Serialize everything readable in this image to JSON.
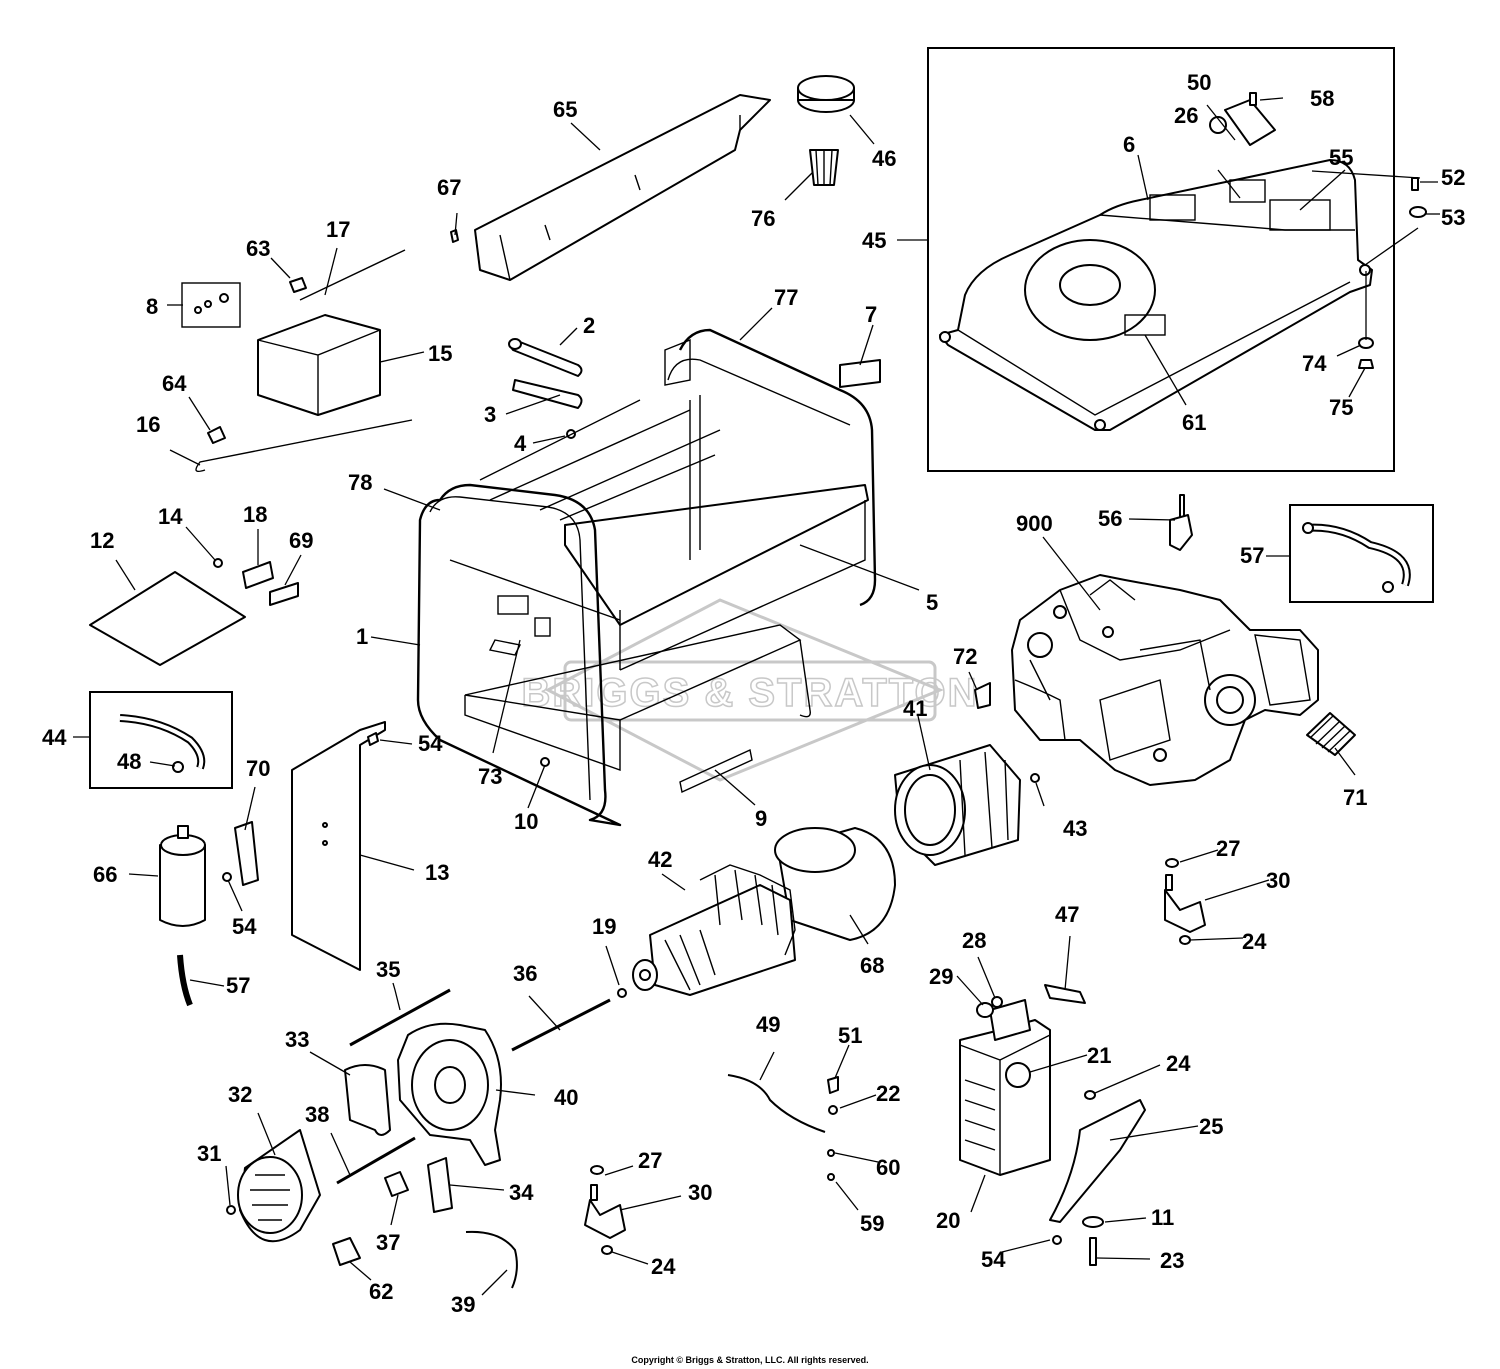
{
  "diagram": {
    "watermark": "BRIGGS & STRATTON",
    "copyright": "Copyright © Briggs & Stratton, LLC. All rights reserved.",
    "callouts": [
      {
        "id": "c-1",
        "text": "1"
      },
      {
        "id": "c-2",
        "text": "2"
      },
      {
        "id": "c-3",
        "text": "3"
      },
      {
        "id": "c-4",
        "text": "4"
      },
      {
        "id": "c-5",
        "text": "5"
      },
      {
        "id": "c-6",
        "text": "6"
      },
      {
        "id": "c-7",
        "text": "7"
      },
      {
        "id": "c-8",
        "text": "8"
      },
      {
        "id": "c-9",
        "text": "9"
      },
      {
        "id": "c-10",
        "text": "10"
      },
      {
        "id": "c-11",
        "text": "11"
      },
      {
        "id": "c-12",
        "text": "12"
      },
      {
        "id": "c-13",
        "text": "13"
      },
      {
        "id": "c-14",
        "text": "14"
      },
      {
        "id": "c-15",
        "text": "15"
      },
      {
        "id": "c-16",
        "text": "16"
      },
      {
        "id": "c-17",
        "text": "17"
      },
      {
        "id": "c-18",
        "text": "18"
      },
      {
        "id": "c-19",
        "text": "19"
      },
      {
        "id": "c-20",
        "text": "20"
      },
      {
        "id": "c-21",
        "text": "21"
      },
      {
        "id": "c-22",
        "text": "22"
      },
      {
        "id": "c-23",
        "text": "23"
      },
      {
        "id": "c-24a",
        "text": "24"
      },
      {
        "id": "c-24b",
        "text": "24"
      },
      {
        "id": "c-24c",
        "text": "24"
      },
      {
        "id": "c-25",
        "text": "25"
      },
      {
        "id": "c-26",
        "text": "26"
      },
      {
        "id": "c-27a",
        "text": "27"
      },
      {
        "id": "c-27b",
        "text": "27"
      },
      {
        "id": "c-28",
        "text": "28"
      },
      {
        "id": "c-29",
        "text": "29"
      },
      {
        "id": "c-30a",
        "text": "30"
      },
      {
        "id": "c-30b",
        "text": "30"
      },
      {
        "id": "c-31",
        "text": "31"
      },
      {
        "id": "c-32",
        "text": "32"
      },
      {
        "id": "c-33",
        "text": "33"
      },
      {
        "id": "c-34",
        "text": "34"
      },
      {
        "id": "c-35",
        "text": "35"
      },
      {
        "id": "c-36",
        "text": "36"
      },
      {
        "id": "c-37",
        "text": "37"
      },
      {
        "id": "c-38",
        "text": "38"
      },
      {
        "id": "c-39",
        "text": "39"
      },
      {
        "id": "c-40",
        "text": "40"
      },
      {
        "id": "c-41",
        "text": "41"
      },
      {
        "id": "c-42",
        "text": "42"
      },
      {
        "id": "c-43",
        "text": "43"
      },
      {
        "id": "c-44",
        "text": "44"
      },
      {
        "id": "c-45",
        "text": "45"
      },
      {
        "id": "c-46",
        "text": "46"
      },
      {
        "id": "c-47",
        "text": "47"
      },
      {
        "id": "c-48",
        "text": "48"
      },
      {
        "id": "c-49",
        "text": "49"
      },
      {
        "id": "c-50",
        "text": "50"
      },
      {
        "id": "c-51",
        "text": "51"
      },
      {
        "id": "c-52",
        "text": "52"
      },
      {
        "id": "c-53",
        "text": "53"
      },
      {
        "id": "c-54a",
        "text": "54"
      },
      {
        "id": "c-54b",
        "text": "54"
      },
      {
        "id": "c-54c",
        "text": "54"
      },
      {
        "id": "c-55",
        "text": "55"
      },
      {
        "id": "c-56",
        "text": "56"
      },
      {
        "id": "c-57a",
        "text": "57"
      },
      {
        "id": "c-57b",
        "text": "57"
      },
      {
        "id": "c-58",
        "text": "58"
      },
      {
        "id": "c-59",
        "text": "59"
      },
      {
        "id": "c-60",
        "text": "60"
      },
      {
        "id": "c-61",
        "text": "61"
      },
      {
        "id": "c-62",
        "text": "62"
      },
      {
        "id": "c-63",
        "text": "63"
      },
      {
        "id": "c-64",
        "text": "64"
      },
      {
        "id": "c-65",
        "text": "65"
      },
      {
        "id": "c-66",
        "text": "66"
      },
      {
        "id": "c-67",
        "text": "67"
      },
      {
        "id": "c-68",
        "text": "68"
      },
      {
        "id": "c-69",
        "text": "69"
      },
      {
        "id": "c-70",
        "text": "70"
      },
      {
        "id": "c-71",
        "text": "71"
      },
      {
        "id": "c-72",
        "text": "72"
      },
      {
        "id": "c-73",
        "text": "73"
      },
      {
        "id": "c-74",
        "text": "74"
      },
      {
        "id": "c-75",
        "text": "75"
      },
      {
        "id": "c-76",
        "text": "76"
      },
      {
        "id": "c-77",
        "text": "77"
      },
      {
        "id": "c-78",
        "text": "78"
      },
      {
        "id": "c-900",
        "text": "900"
      }
    ]
  }
}
